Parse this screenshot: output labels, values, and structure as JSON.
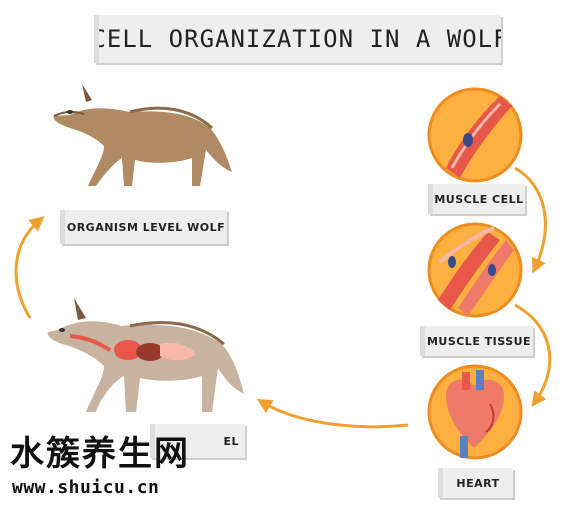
{
  "title": "CELL ORGANIZATION IN A WOLF",
  "labels": {
    "organism": "ORGANISM LEVEL WOLF",
    "muscle_cell": "MUSCLE CELL",
    "muscle_tissue": "MUSCLE TISSUE",
    "heart": "HEART",
    "organ_fragment": "EL"
  },
  "watermark": {
    "chinese": "水簇养生网",
    "url": "www.shuicu.cn"
  },
  "colors": {
    "arrow": "#f0a030",
    "circle_fill": "#fbb040",
    "circle_stroke": "#f08c1e",
    "wolf_body": "#b08a63",
    "wolf_dark": "#7a5a3c",
    "muscle_red": "#e8584a",
    "muscle_pink": "#f7b8a8"
  }
}
